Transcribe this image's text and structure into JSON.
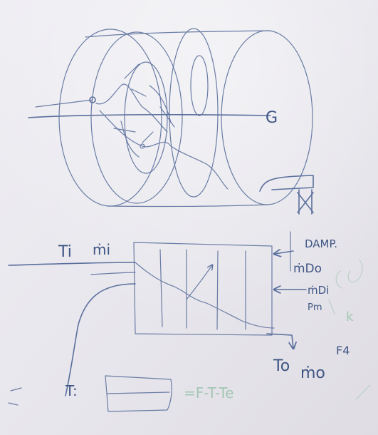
{
  "image": {
    "background": "#e9e8ee",
    "ink_color": "#5a6f9c",
    "ghost_color": "#a9c9b8"
  },
  "labels": {
    "g_label": "G",
    "t_i": "Ti",
    "m_i": "ṁi",
    "damp": "DAMP.",
    "m_do": "ṁDo",
    "m_di": "ṁDi",
    "pm_label": "Pm",
    "t_o": "To",
    "m_o": "ṁo",
    "f4": "F4",
    "t_left": "T:",
    "ghost_formula": "=F-T-Te",
    "ghost_k": "k"
  }
}
